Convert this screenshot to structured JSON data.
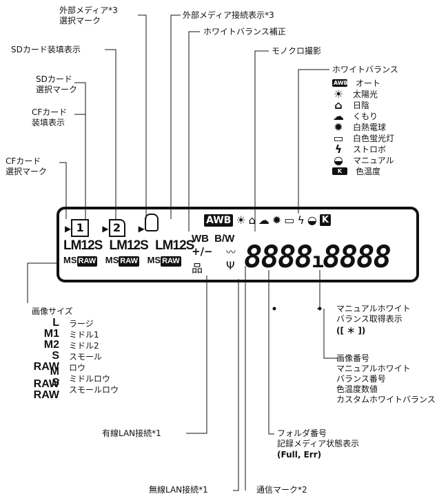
{
  "labels": {
    "ext_media_select": "外部メディア*3\n選択マーク",
    "ext_media_conn": "外部メディア接続表示*3",
    "wb_correction": "ホワイトバランス補正",
    "sd_loaded": "SDカード装填表示",
    "monochrome": "モノクロ撮影",
    "sd_select": "SDカード\n選択マーク",
    "cf_loaded": "CFカード\n装填表示",
    "cf_select": "CFカード\n選択マーク",
    "white_balance": "ホワイトバランス",
    "image_size": "画像サイズ",
    "manual_wb_get": "マニュアルホワイト\nバランス取得表示",
    "manual_wb_get_symbol": "([ ＊ ])",
    "image_number": "画像番号\nマニュアルホワイト\nバランス番号\n色温度数値\nカスタムホワイトバランス",
    "wired_lan": "有線LAN接続*1",
    "folder_number": "フォルダ番号\n記録メディア状態表示",
    "folder_status_values": "(Full, Err)",
    "wireless_lan": "無線LAN接続*1",
    "comm_mark": "通信マーク*2"
  },
  "wb_items": [
    {
      "icon": "AWB",
      "label": "オート"
    },
    {
      "icon": "☀",
      "label": "太陽光"
    },
    {
      "icon": "⌂",
      "label": "日陰"
    },
    {
      "icon": "☁",
      "label": "くもり"
    },
    {
      "icon": "✹",
      "label": "白熱電球"
    },
    {
      "icon": "▭",
      "label": "白色蛍光灯"
    },
    {
      "icon": "ϟ",
      "label": "ストロボ"
    },
    {
      "icon": "◒",
      "label": "マニュアル"
    },
    {
      "icon": "K",
      "label": "色温度"
    }
  ],
  "size_items": [
    {
      "key": "L",
      "label": "ラージ"
    },
    {
      "key": "M1",
      "label": "ミドル1"
    },
    {
      "key": "M2",
      "label": "ミドル2"
    },
    {
      "key": "S",
      "label": "スモール"
    },
    {
      "key": "RAW",
      "label": "ロウ"
    },
    {
      "key": "M RAW",
      "label": "ミドルロウ"
    },
    {
      "key": "S RAW",
      "label": "スモールロウ"
    }
  ],
  "lcd": {
    "slot1": "1",
    "slot2": "2",
    "lm12s": "LM12S",
    "ms": "MS",
    "raw": "RAW",
    "awb": "AWB",
    "wb": "WB",
    "bw": "B/W",
    "plusminus": "+/−",
    "digits": "8888",
    "digits2": "8888",
    "k": "K"
  }
}
